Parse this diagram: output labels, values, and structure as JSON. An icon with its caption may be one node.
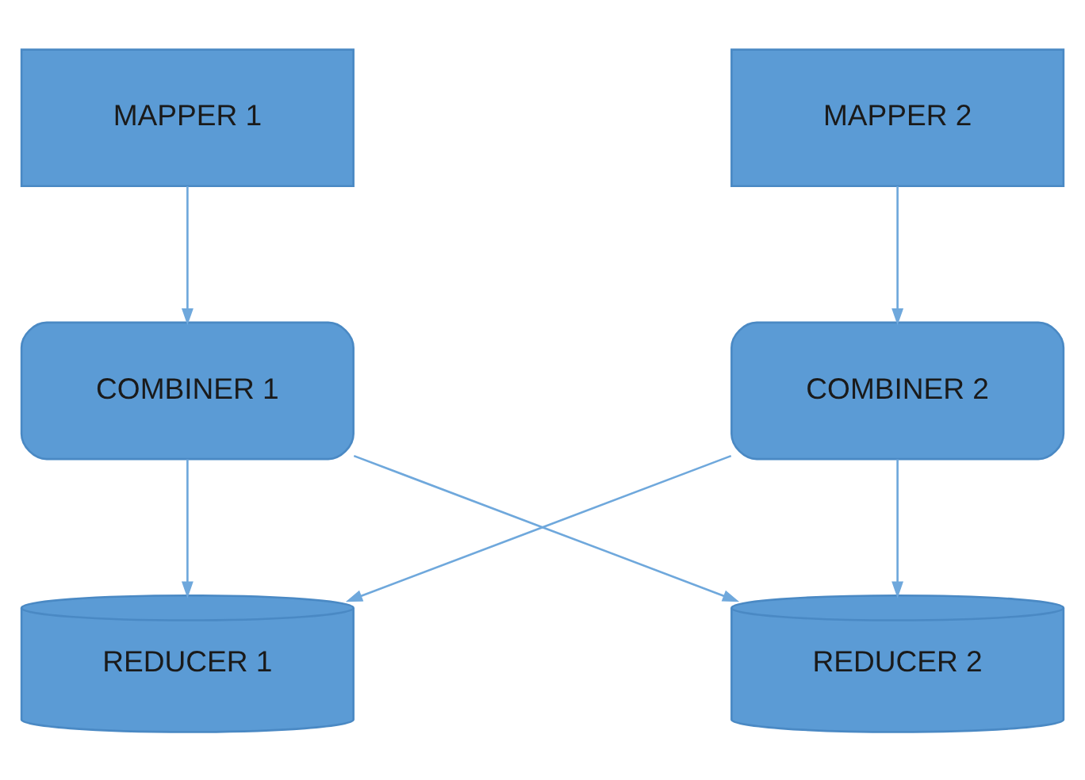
{
  "diagram": {
    "nodes": [
      {
        "text": [
          "MAPPER 1"
        ]
      },
      {
        "text": [
          "MAPPER 2"
        ]
      },
      {
        "text": [
          "COMBINER 1"
        ]
      },
      {
        "text": [
          "COMBINER 2"
        ]
      },
      {
        "text": [
          "REDUCER 1"
        ]
      },
      {
        "text": [
          "REDUCER 2"
        ]
      }
    ],
    "edges": [
      {
        "from": 0,
        "to": 2,
        "arrow": "to"
      },
      {
        "from": 1,
        "to": 3,
        "arrow": "to"
      },
      {
        "from": 2,
        "to": 4,
        "arrow": "to"
      },
      {
        "from": 2,
        "to": 5,
        "arrow": "to"
      },
      {
        "from": 3,
        "to": 4,
        "arrow": "to"
      },
      {
        "from": 3,
        "to": 5,
        "arrow": "to"
      }
    ]
  }
}
